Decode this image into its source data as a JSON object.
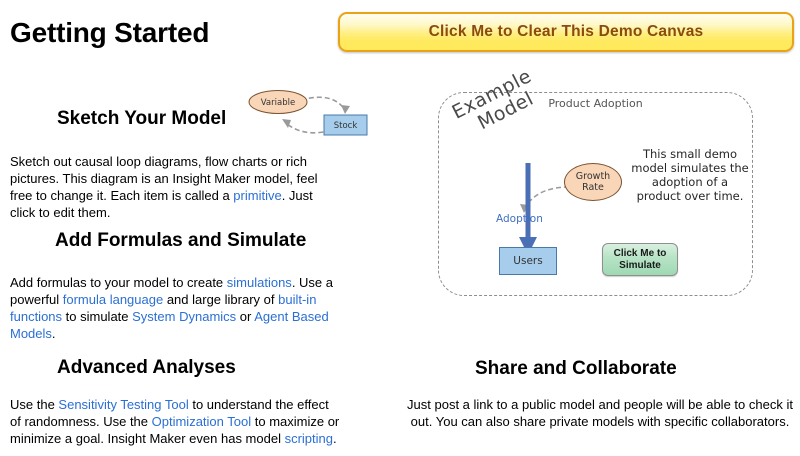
{
  "page": {
    "title": "Getting Started"
  },
  "toolbar": {
    "clear_button_label": "Click Me to Clear This Demo Canvas"
  },
  "sections": [
    {
      "heading": "Sketch Your Model",
      "paragraph_parts": [
        {
          "text": "Sketch out causal loop diagrams, flow charts or rich pictures. This diagram is an Insight Maker model, feel free to change it. Each item is called a ",
          "link": false
        },
        {
          "text": "primitive",
          "link": true
        },
        {
          "text": ". Just click to edit them.",
          "link": false
        }
      ]
    },
    {
      "heading": "Add Formulas and Simulate",
      "paragraph_parts": [
        {
          "text": "Add formulas to your model to create ",
          "link": false
        },
        {
          "text": "simulations",
          "link": true
        },
        {
          "text": ". Use a powerful ",
          "link": false
        },
        {
          "text": "formula language",
          "link": true
        },
        {
          "text": " and large library of ",
          "link": false
        },
        {
          "text": "built-in functions",
          "link": true
        },
        {
          "text": " to simulate ",
          "link": false
        },
        {
          "text": "System Dynamics",
          "link": true
        },
        {
          "text": " or ",
          "link": false
        },
        {
          "text": "Agent Based Models",
          "link": true
        },
        {
          "text": ".",
          "link": false
        }
      ]
    },
    {
      "heading": "Advanced Analyses",
      "paragraph_parts": [
        {
          "text": "Use the ",
          "link": false
        },
        {
          "text": "Sensitivity Testing Tool",
          "link": true
        },
        {
          "text": " to understand the effect of randomness. Use the ",
          "link": false
        },
        {
          "text": "Optimization Tool",
          "link": true
        },
        {
          "text": " to maximize or minimize a goal. Insight Maker even has model ",
          "link": false
        },
        {
          "text": "scripting",
          "link": true
        },
        {
          "text": ".",
          "link": false
        }
      ]
    },
    {
      "heading": "Share and Collaborate",
      "paragraph_parts": [
        {
          "text": "Just post a link to a public model and people will be able to check it out. You can also share private models with specific collaborators.",
          "link": false
        }
      ]
    }
  ],
  "mini_diagram": {
    "variable_label": "Variable",
    "stock_label": "Stock"
  },
  "demo_model": {
    "panel_title": "Product Adoption",
    "watermark_line1": "Example",
    "watermark_line2": "Model",
    "note": "This small demo model simulates the adoption of a product over time.",
    "flow_label": "Adoption",
    "growth_rate_line1": "Growth",
    "growth_rate_line2": "Rate",
    "stock_label": "Users",
    "simulate_line1": "Click Me to",
    "simulate_line2": "Simulate"
  },
  "colors": {
    "button_yellow_border": "#e8a317",
    "button_yellow_text": "#8a4a10",
    "link_blue": "#2b6fd4",
    "stock_blue_fill": "#a7cdec",
    "stock_blue_border": "#4a78a8",
    "variable_peach_fill": "#fad6b8",
    "variable_peach_border": "#7a5330",
    "flow_arrow_blue": "#3f6fbf",
    "simulate_green": "#b7e3c6",
    "panel_dash_gray": "#8e8e8e"
  }
}
